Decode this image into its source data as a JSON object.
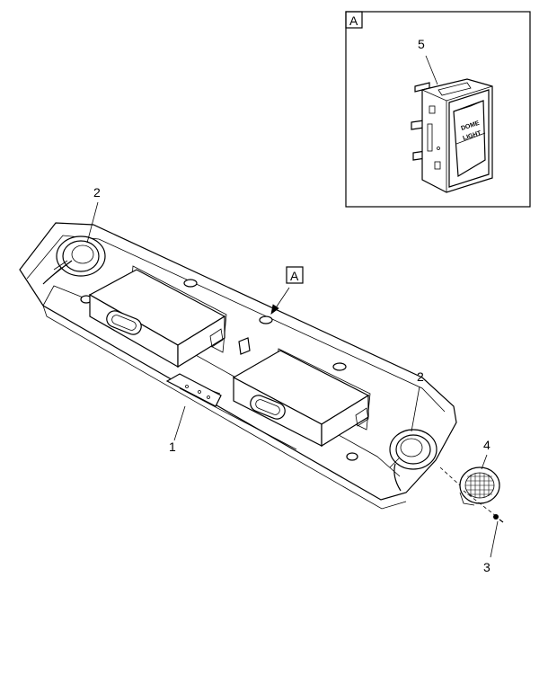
{
  "detail_view": {
    "label": "A",
    "callout": "5",
    "switch_text_line1": "DOME",
    "switch_text_line2": "LIGHT"
  },
  "reference_flag": "A",
  "callouts": {
    "p1": "1",
    "p2_left": "2",
    "p2_right": "2",
    "p3": "3",
    "p4": "4"
  }
}
